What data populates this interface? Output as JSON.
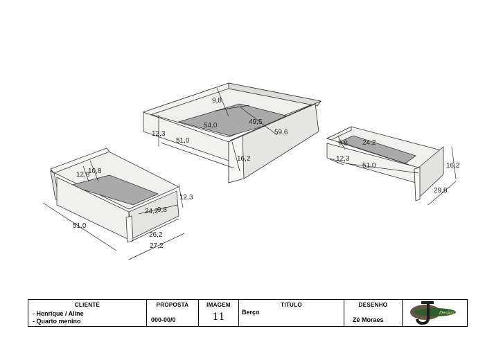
{
  "dimensions": {
    "left_drawer": [
      "12,8",
      "10,8",
      "12,3",
      "24,2",
      "9,8",
      "51,0",
      "26,2",
      "27,2"
    ],
    "center_drawer": [
      "9,8",
      "54,0",
      "49,5",
      "59,6",
      "12,3",
      "51,0",
      "16,2"
    ],
    "right_drawer": [
      "9,8",
      "24,2",
      "12,3",
      "51,0",
      "16,2",
      "29,8"
    ]
  },
  "title_block": {
    "cliente_label": "CLIENTE",
    "cliente_lines": [
      "- Henrique / Aline",
      "- Quarto menino"
    ],
    "proposta_label": "PROPOSTA",
    "proposta_value": "000-00/0",
    "imagem_label": "IMAGEM",
    "imagem_value": "11",
    "titulo_label": "TITULO",
    "titulo_value": "Berço",
    "desenho_label": "DESENHO",
    "desenho_value": "Zé Moraes",
    "logo_text": "Design"
  },
  "colors": {
    "panel": "#e8e8e4",
    "inner": "#a9a9a9",
    "logo_dark": "#3b2a1a",
    "logo_green": "#2f5f2a"
  }
}
